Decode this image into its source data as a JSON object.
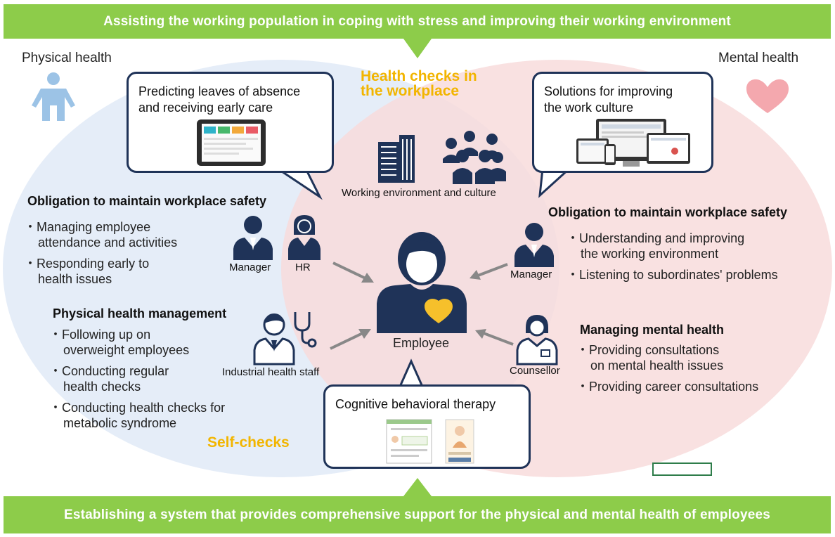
{
  "top_banner": "Assisting the working population in coping with stress and improving their working environment",
  "bottom_banner": "Establishing a system that provides comprehensive support for the physical and mental health of employees",
  "physical_health_label": "Physical health",
  "mental_health_label": "Mental health",
  "health_checks": [
    "Health checks in",
    "the workplace"
  ],
  "self_checks": "Self-checks",
  "bubbles": {
    "predicting": [
      "Predicting leaves of absence",
      "and receiving early care"
    ],
    "solutions": [
      "Solutions for improving",
      "the work culture"
    ],
    "cbt": "Cognitive behavioral therapy"
  },
  "working_env": "Working environment and culture",
  "employee": "Employee",
  "roles": {
    "manager_left": "Manager",
    "hr": "HR",
    "manager_right": "Manager",
    "industrial": "Industrial health staff",
    "counsellor": "Counsellor"
  },
  "left": {
    "obligation_heading": "Obligation to maintain workplace safety",
    "obligation_items": [
      [
        "Managing employee",
        "attendance and activities"
      ],
      [
        "Responding early to",
        "health issues"
      ]
    ],
    "physical_heading": "Physical health management",
    "physical_items": [
      [
        "Following up on",
        "overweight employees"
      ],
      [
        "Conducting regular",
        "health checks"
      ],
      [
        "Conducting health checks for",
        "metabolic syndrome"
      ]
    ]
  },
  "right": {
    "obligation_heading": "Obligation to maintain workplace safety",
    "obligation_items": [
      [
        "Understanding and improving",
        "the working environment"
      ],
      [
        "Listening to subordinates' problems"
      ]
    ],
    "mental_heading": "Managing mental health",
    "mental_items": [
      [
        "Providing consultations",
        "on mental health issues"
      ],
      [
        "Providing career consultations"
      ]
    ]
  },
  "colors": {
    "banner_green": "#8dcc4a",
    "navy": "#1f3358",
    "orange": "#f2b500",
    "physical_blue": "#dee8f6",
    "mental_pink": "#f8dada",
    "heart": "#f4a8ae",
    "person_icon": "#9cc3e6"
  },
  "icons": [
    "person-icon",
    "heart-icon",
    "building-icon",
    "group-icon",
    "employee-icon",
    "stethoscope-icon"
  ]
}
